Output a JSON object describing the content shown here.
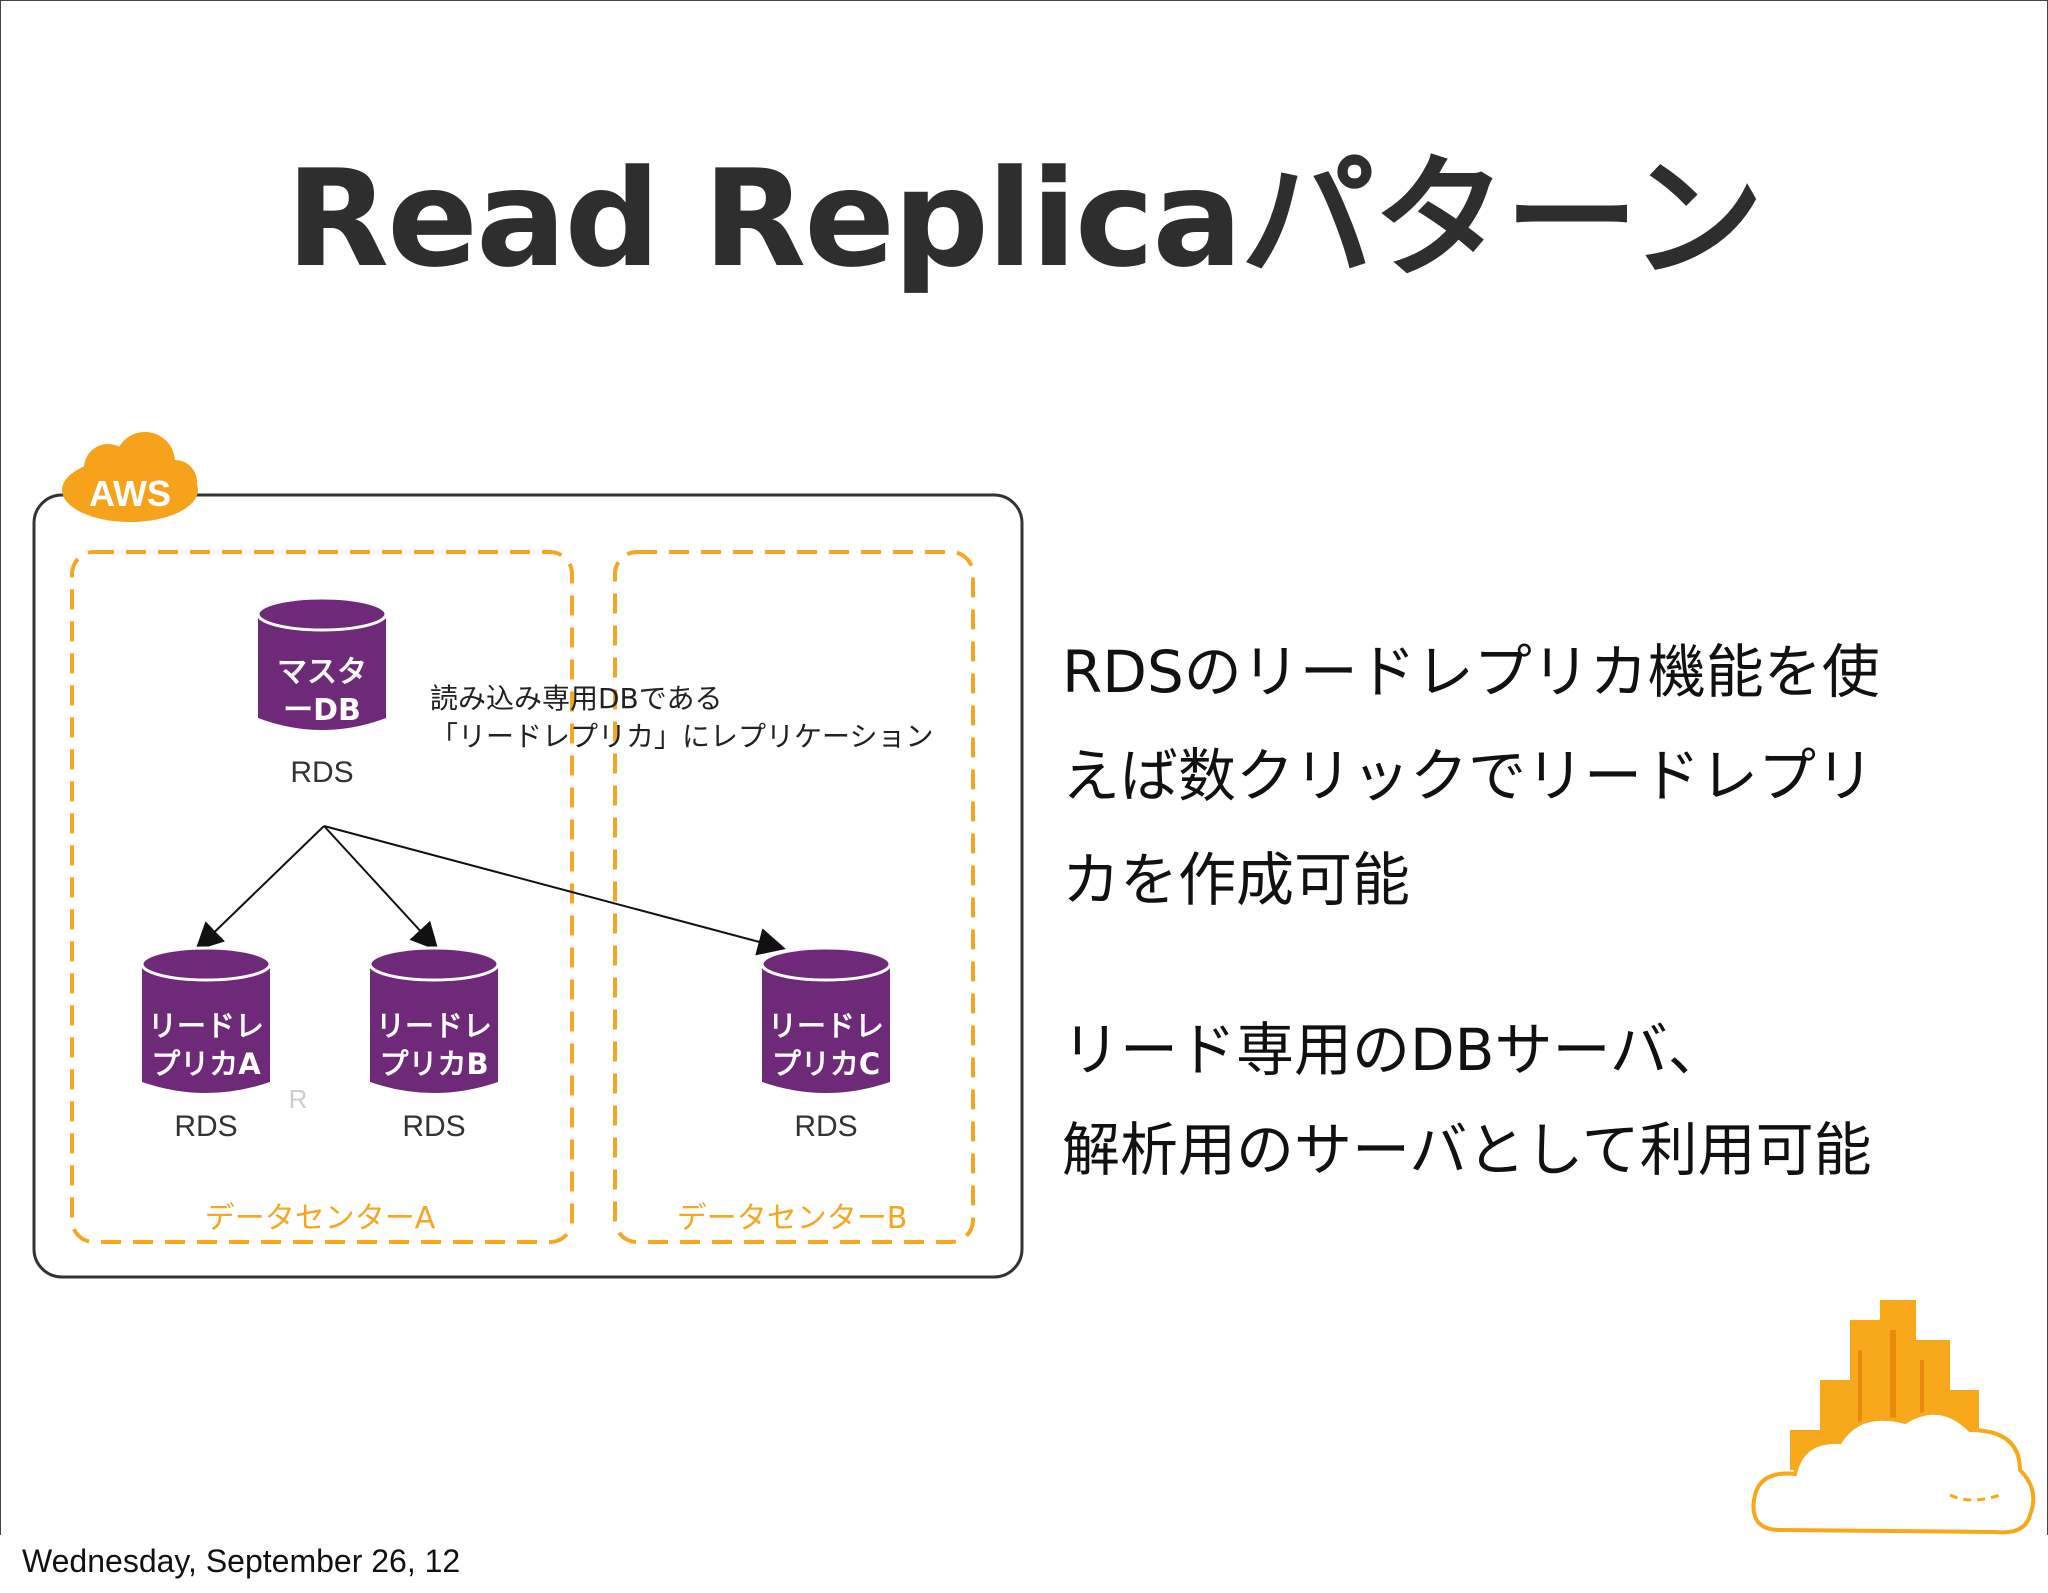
{
  "title": "Read Replicaパターン",
  "diagram": {
    "cloud_label": "AWS",
    "datacenter_a_label": "データセンターA",
    "datacenter_b_label": "データセンターB",
    "master_db": {
      "label_line1": "マスタ",
      "label_line2": "ーDB",
      "caption": "RDS"
    },
    "replicas": [
      {
        "label_line1": "リードレ",
        "label_line2": "プリカA",
        "caption": "RDS"
      },
      {
        "label_line1": "リードレ",
        "label_line2": "プリカB",
        "caption": "RDS"
      },
      {
        "label_line1": "リードレ",
        "label_line2": "プリカC",
        "caption": "RDS"
      }
    ],
    "annotation_line1": "読み込み専用DBである",
    "annotation_line2": "「リードレプリカ」にレプリケーション",
    "small_mark": "R"
  },
  "description": {
    "para1_lines": [
      "RDSのリードレプリカ機能を使",
      "えば数クリックでリードレプリ",
      "カを作成可能"
    ],
    "para2_lines": [
      "リード専用のDBサーバ、",
      "解析用のサーバとして利用可能"
    ]
  },
  "footer": "Wednesday, September 26, 12",
  "colors": {
    "aws_orange": "#F7A21B",
    "dashed_orange": "#F5A623",
    "db_purple": "#6E2A78",
    "title_text": "#2e2e2e"
  }
}
